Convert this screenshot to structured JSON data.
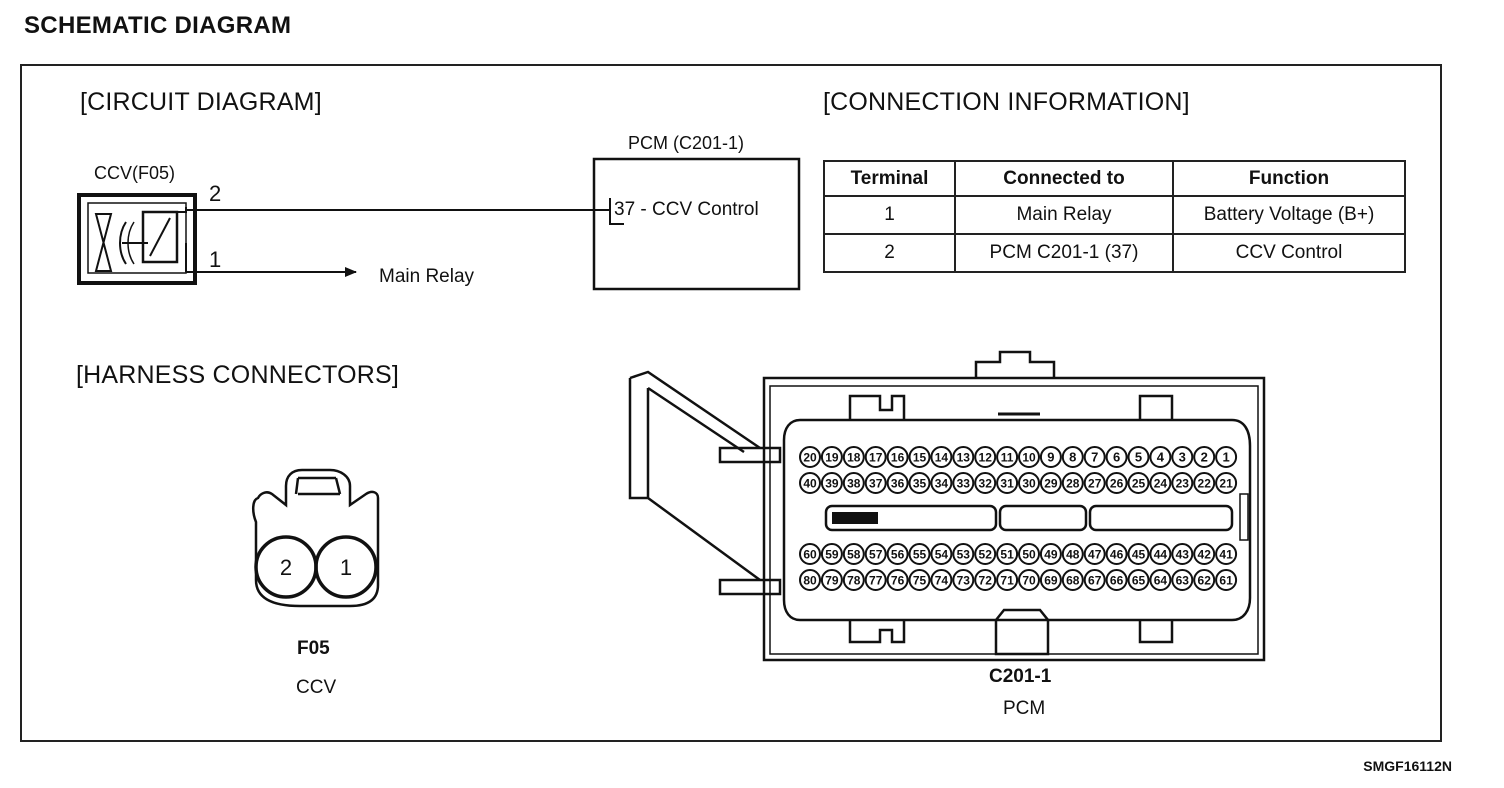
{
  "page": {
    "title": "SCHEMATIC DIAGRAM",
    "code": "SMGF16112N"
  },
  "circuit": {
    "heading": "[CIRCUIT DIAGRAM]",
    "ccv_label": "CCV(F05)",
    "pin2": "2",
    "pin1": "1",
    "main_relay": "Main Relay",
    "pcm_label": "PCM (C201-1)",
    "pcm_terminal": "37 - CCV Control"
  },
  "connection": {
    "heading": "[CONNECTION INFORMATION]",
    "columns": [
      "Terminal",
      "Connected to",
      "Function"
    ],
    "rows": [
      [
        "1",
        "Main Relay",
        "Battery Voltage (B+)"
      ],
      [
        "2",
        "PCM C201-1 (37)",
        "CCV Control"
      ]
    ]
  },
  "harness": {
    "heading": "[HARNESS CONNECTORS]",
    "f05": {
      "pins": [
        "2",
        "1"
      ],
      "name": "F05",
      "desc": "CCV"
    },
    "c201": {
      "name": "C201-1",
      "desc": "PCM",
      "row1": [
        "20",
        "19",
        "18",
        "17",
        "16",
        "15",
        "14",
        "13",
        "12",
        "11",
        "10",
        "9",
        "8",
        "7",
        "6",
        "5",
        "4",
        "3",
        "2",
        "1"
      ],
      "row2": [
        "40",
        "39",
        "38",
        "37",
        "36",
        "35",
        "34",
        "33",
        "32",
        "31",
        "30",
        "29",
        "28",
        "27",
        "26",
        "25",
        "24",
        "23",
        "22",
        "21"
      ],
      "row3": [
        "60",
        "59",
        "58",
        "57",
        "56",
        "55",
        "54",
        "53",
        "52",
        "51",
        "50",
        "49",
        "48",
        "47",
        "46",
        "45",
        "44",
        "43",
        "42",
        "41"
      ],
      "row4": [
        "80",
        "79",
        "78",
        "77",
        "76",
        "75",
        "74",
        "73",
        "72",
        "71",
        "70",
        "69",
        "68",
        "67",
        "66",
        "65",
        "64",
        "63",
        "62",
        "61"
      ]
    }
  }
}
